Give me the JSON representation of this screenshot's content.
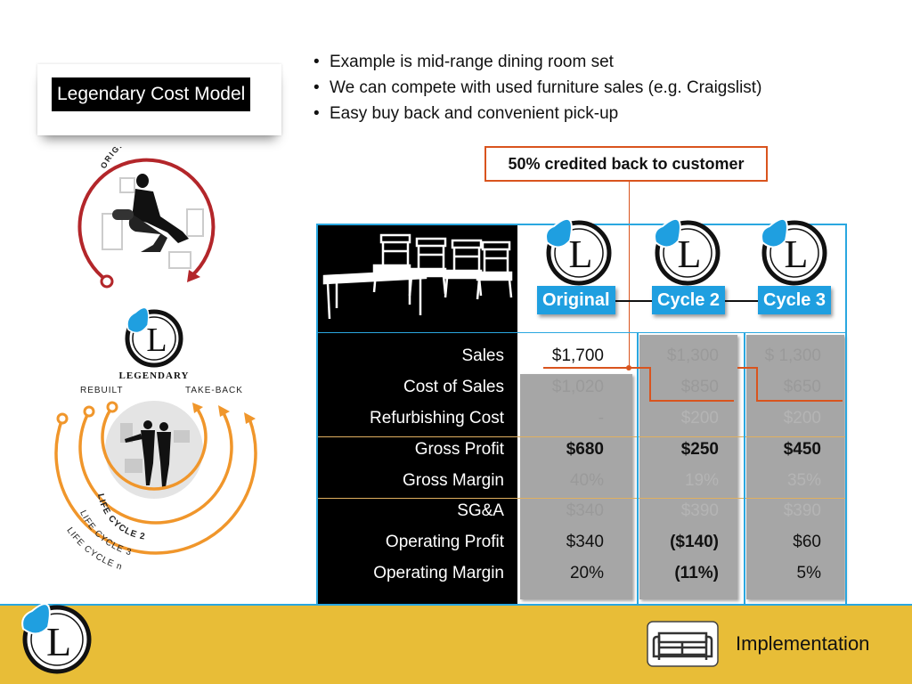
{
  "title": "Legendary Cost Model",
  "bullets": [
    "Example is mid-range dining room set",
    "We can compete with used furniture sales (e.g. Craigslist)",
    "Easy buy back and convenient pick-up"
  ],
  "callout": "50% credited back to customer",
  "diagram": {
    "original_lifecycle": "ORIGINAL LIFECYCLE",
    "brand": "LEGENDARY",
    "rebuilt": "REBUILT",
    "take_back": "TAKE-BACK",
    "life_cycle_2": "LIFE CYCLE 2",
    "life_cycle_3": "LIFE CYCLE 3",
    "life_cycle_n": "LIFE CYCLE n"
  },
  "logo_letter": "L",
  "table": {
    "columns": [
      "Original",
      "Cycle 2",
      "Cycle 3"
    ],
    "rows": [
      {
        "label": "Sales",
        "values": [
          "$1,700",
          "$1,300",
          "$ 1,300"
        ]
      },
      {
        "label": "Cost of Sales",
        "values": [
          "$1,020",
          "$850",
          "$650"
        ]
      },
      {
        "label": "Refurbishing Cost",
        "values": [
          "-",
          "$200",
          "$200"
        ]
      },
      {
        "label": "Gross Profit",
        "values": [
          "$680",
          "$250",
          "$450"
        ]
      },
      {
        "label": "Gross Margin",
        "values": [
          "40%",
          "19%",
          "35%"
        ]
      },
      {
        "label": "SG&A",
        "values": [
          "$340",
          "$390",
          "$390"
        ]
      },
      {
        "label": "Operating Profit",
        "values": [
          "$340",
          "($140)",
          "$60"
        ]
      },
      {
        "label": "Operating Margin",
        "values": [
          "20%",
          "(11%)",
          "5%"
        ]
      }
    ]
  },
  "footer": {
    "implementation": "Implementation"
  },
  "colors": {
    "accent_blue": "#1f9fe0",
    "callout_orange": "#d9541e",
    "lifecycle_red": "#b3262a",
    "lifecycle_orange": "#f0962b",
    "footer_yellow": "#e8bd37"
  }
}
